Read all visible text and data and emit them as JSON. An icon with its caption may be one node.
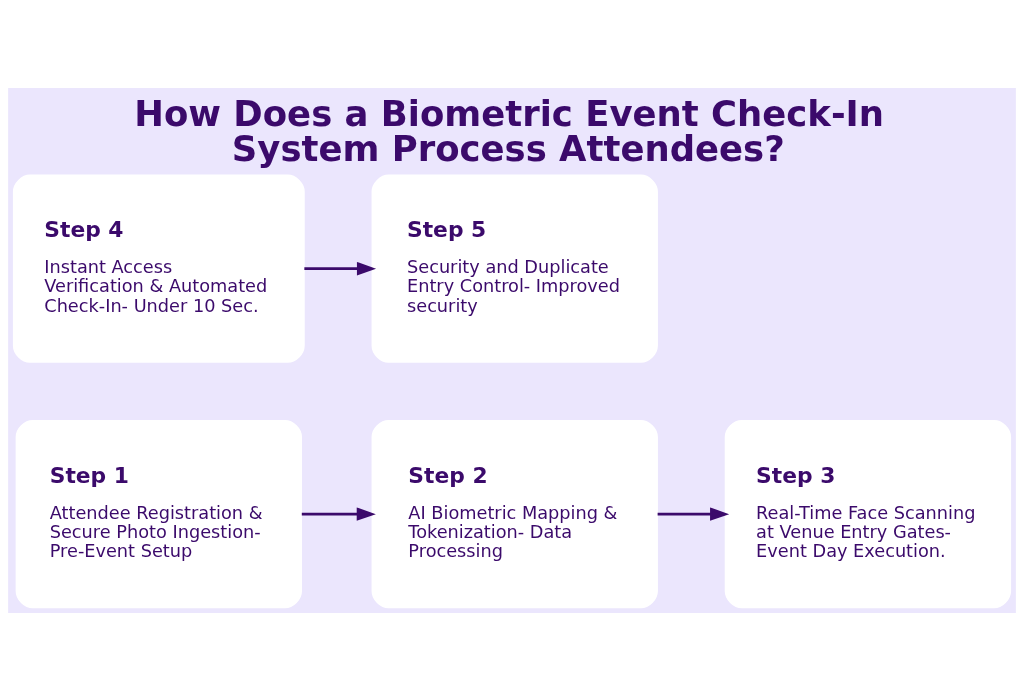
{
  "diagram": {
    "title": "How Does a Biometric Event Check-In System Process Attendees?",
    "nodes": [
      {
        "text": [
          "Step 1",
          "Attendee Registration & Secure Photo Ingestion- Pre-Event Setup"
        ]
      },
      {
        "text": [
          "Step 2",
          "AI Biometric Mapping & Tokenization- Data Processing"
        ]
      },
      {
        "text": [
          "Step 3",
          "Real-Time Face Scanning at Venue Entry Gates-Event Day Execution."
        ]
      },
      {
        "text": [
          "Step 4",
          "Instant Access Verification & Automated Check-In- Under 10 Sec."
        ]
      },
      {
        "text": [
          "Step 5",
          "Security and Duplicate Entry Control- Improved security"
        ]
      }
    ],
    "edges": [
      {
        "from": 0,
        "to": 1,
        "arrow": "to"
      },
      {
        "from": 1,
        "to": 2,
        "arrow": "to"
      },
      {
        "from": 3,
        "to": 4,
        "arrow": "to"
      }
    ]
  }
}
